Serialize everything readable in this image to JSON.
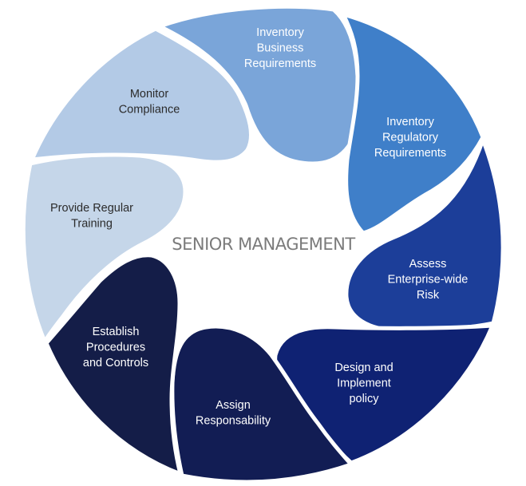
{
  "center": {
    "label": "SENIOR MANAGEMENT",
    "color": "#7b7b7b"
  },
  "segments": [
    {
      "lines": [
        "Inventory",
        "Business",
        "Requirements"
      ],
      "fill": "#7aa5d9",
      "text_color": "#ffffff"
    },
    {
      "lines": [
        "Inventory",
        "Regulatory",
        "Requirements"
      ],
      "fill": "#3f7fc9",
      "text_color": "#ffffff"
    },
    {
      "lines": [
        "Assess",
        "Enterprise-wide",
        "Risk"
      ],
      "fill": "#1c3e99",
      "text_color": "#ffffff"
    },
    {
      "lines": [
        "Design and",
        "Implement",
        "policy"
      ],
      "fill": "#0f2273",
      "text_color": "#ffffff"
    },
    {
      "lines": [
        "Assign",
        "Responsability"
      ],
      "fill": "#121d54",
      "text_color": "#ffffff"
    },
    {
      "lines": [
        "Establish",
        "Procedures",
        "and Controls"
      ],
      "fill": "#141d48",
      "text_color": "#ffffff"
    },
    {
      "lines": [
        "Provide Regular",
        "Training"
      ],
      "fill": "#c5d6e9",
      "text_color": "#2b2b2b"
    },
    {
      "lines": [
        "Monitor",
        "Compliance"
      ],
      "fill": "#b3cae6",
      "text_color": "#2b2b2b"
    }
  ]
}
